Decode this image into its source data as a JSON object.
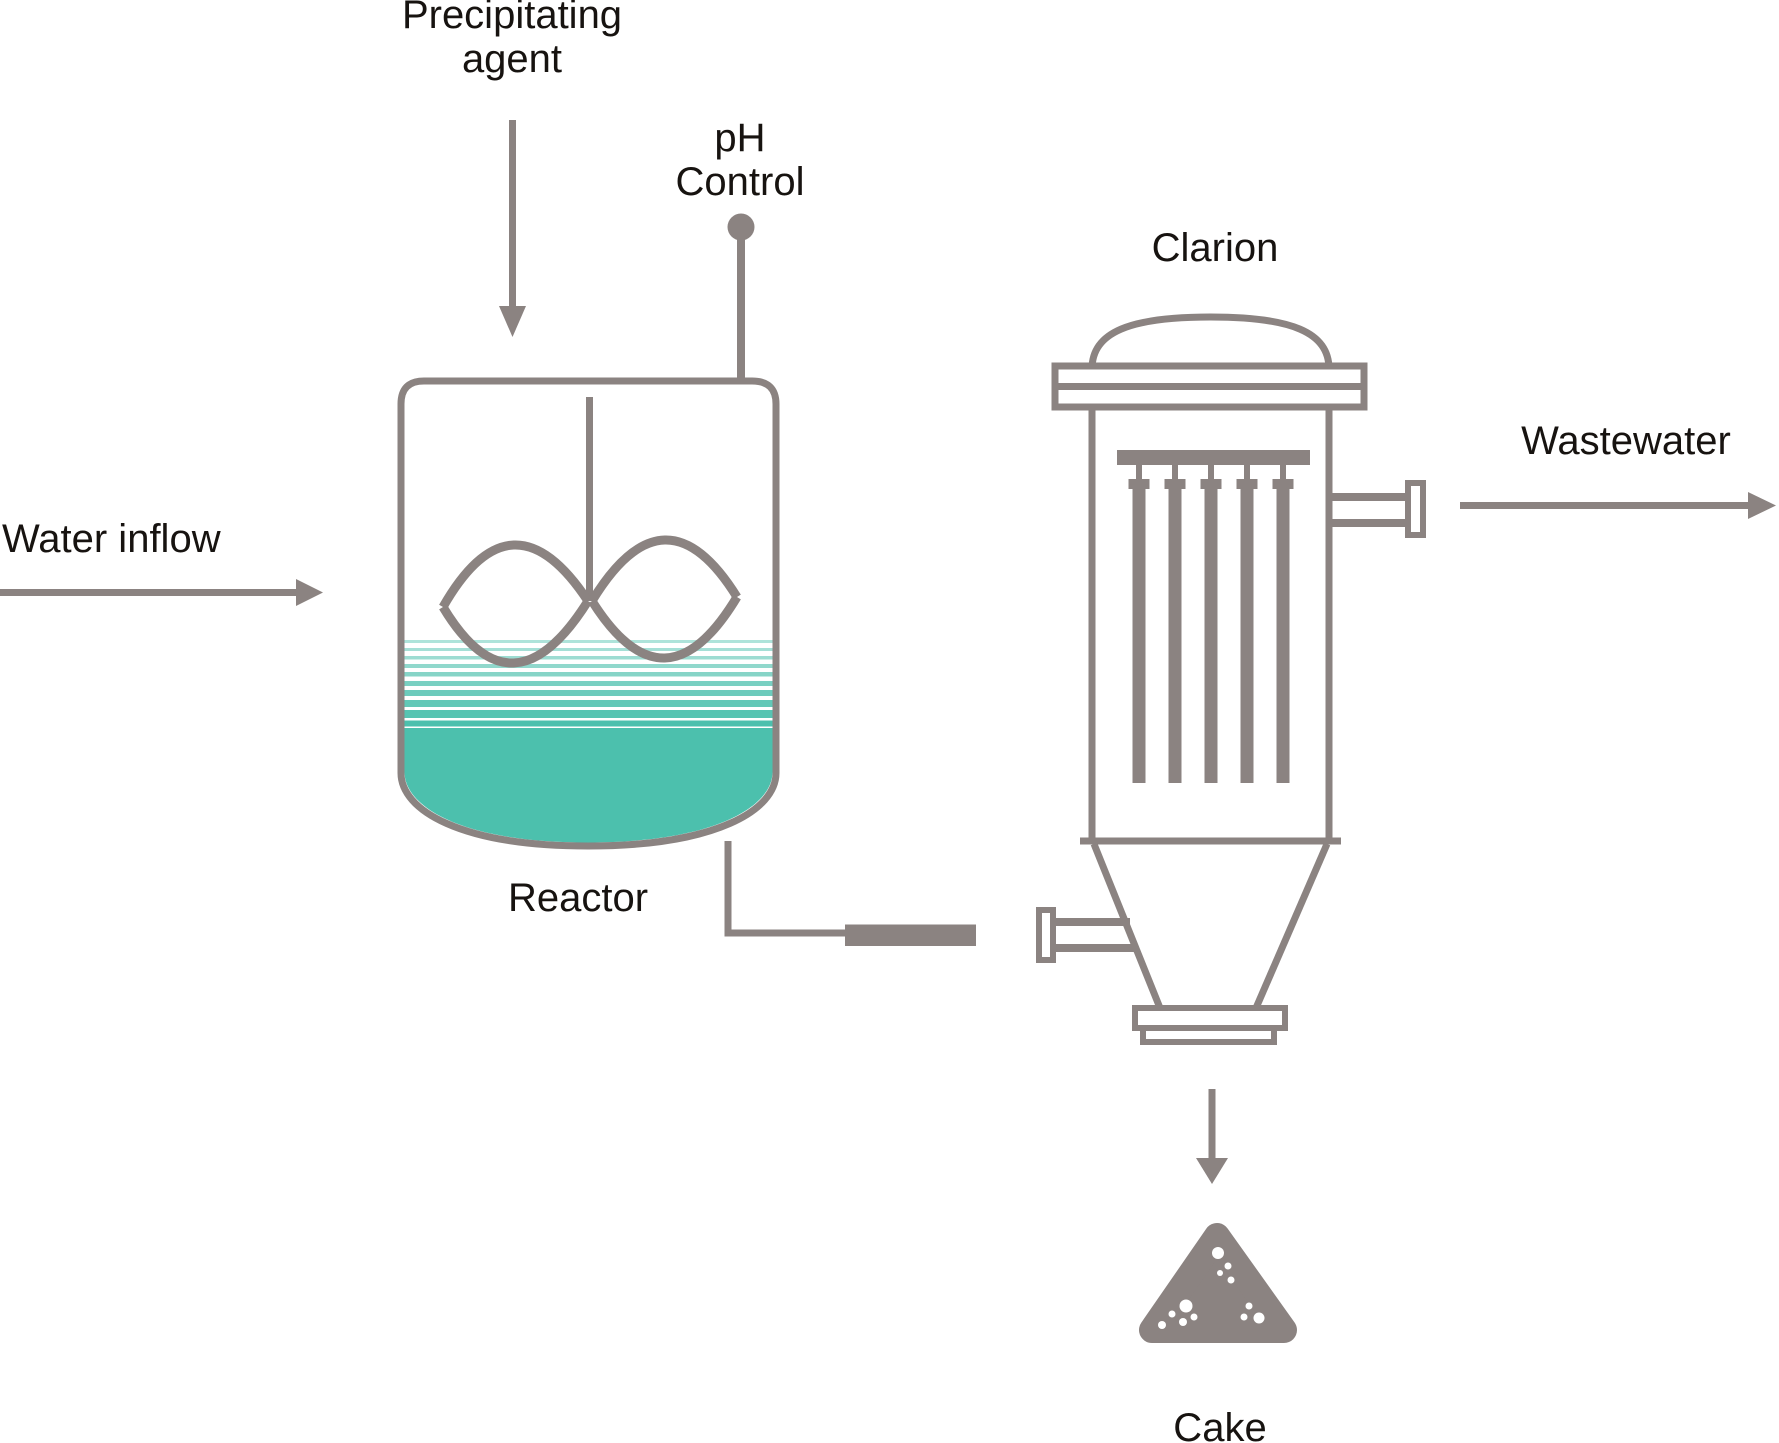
{
  "labels": {
    "precipitating_agent": {
      "line1": "Precipitating",
      "line2": "agent"
    },
    "ph_control": {
      "line1": "pH",
      "line2": "Control"
    },
    "water_inflow": "Water inflow",
    "reactor": "Reactor",
    "logo_caption": "Clarion",
    "wastewater": "Wastewater",
    "cake": "Cake"
  },
  "colors": {
    "line_gray": "#8b8381",
    "liquid_teal": "#4cc0ad",
    "logo_teal": "#59c0b1",
    "logo_black": "#16110e",
    "text": "#171310"
  }
}
